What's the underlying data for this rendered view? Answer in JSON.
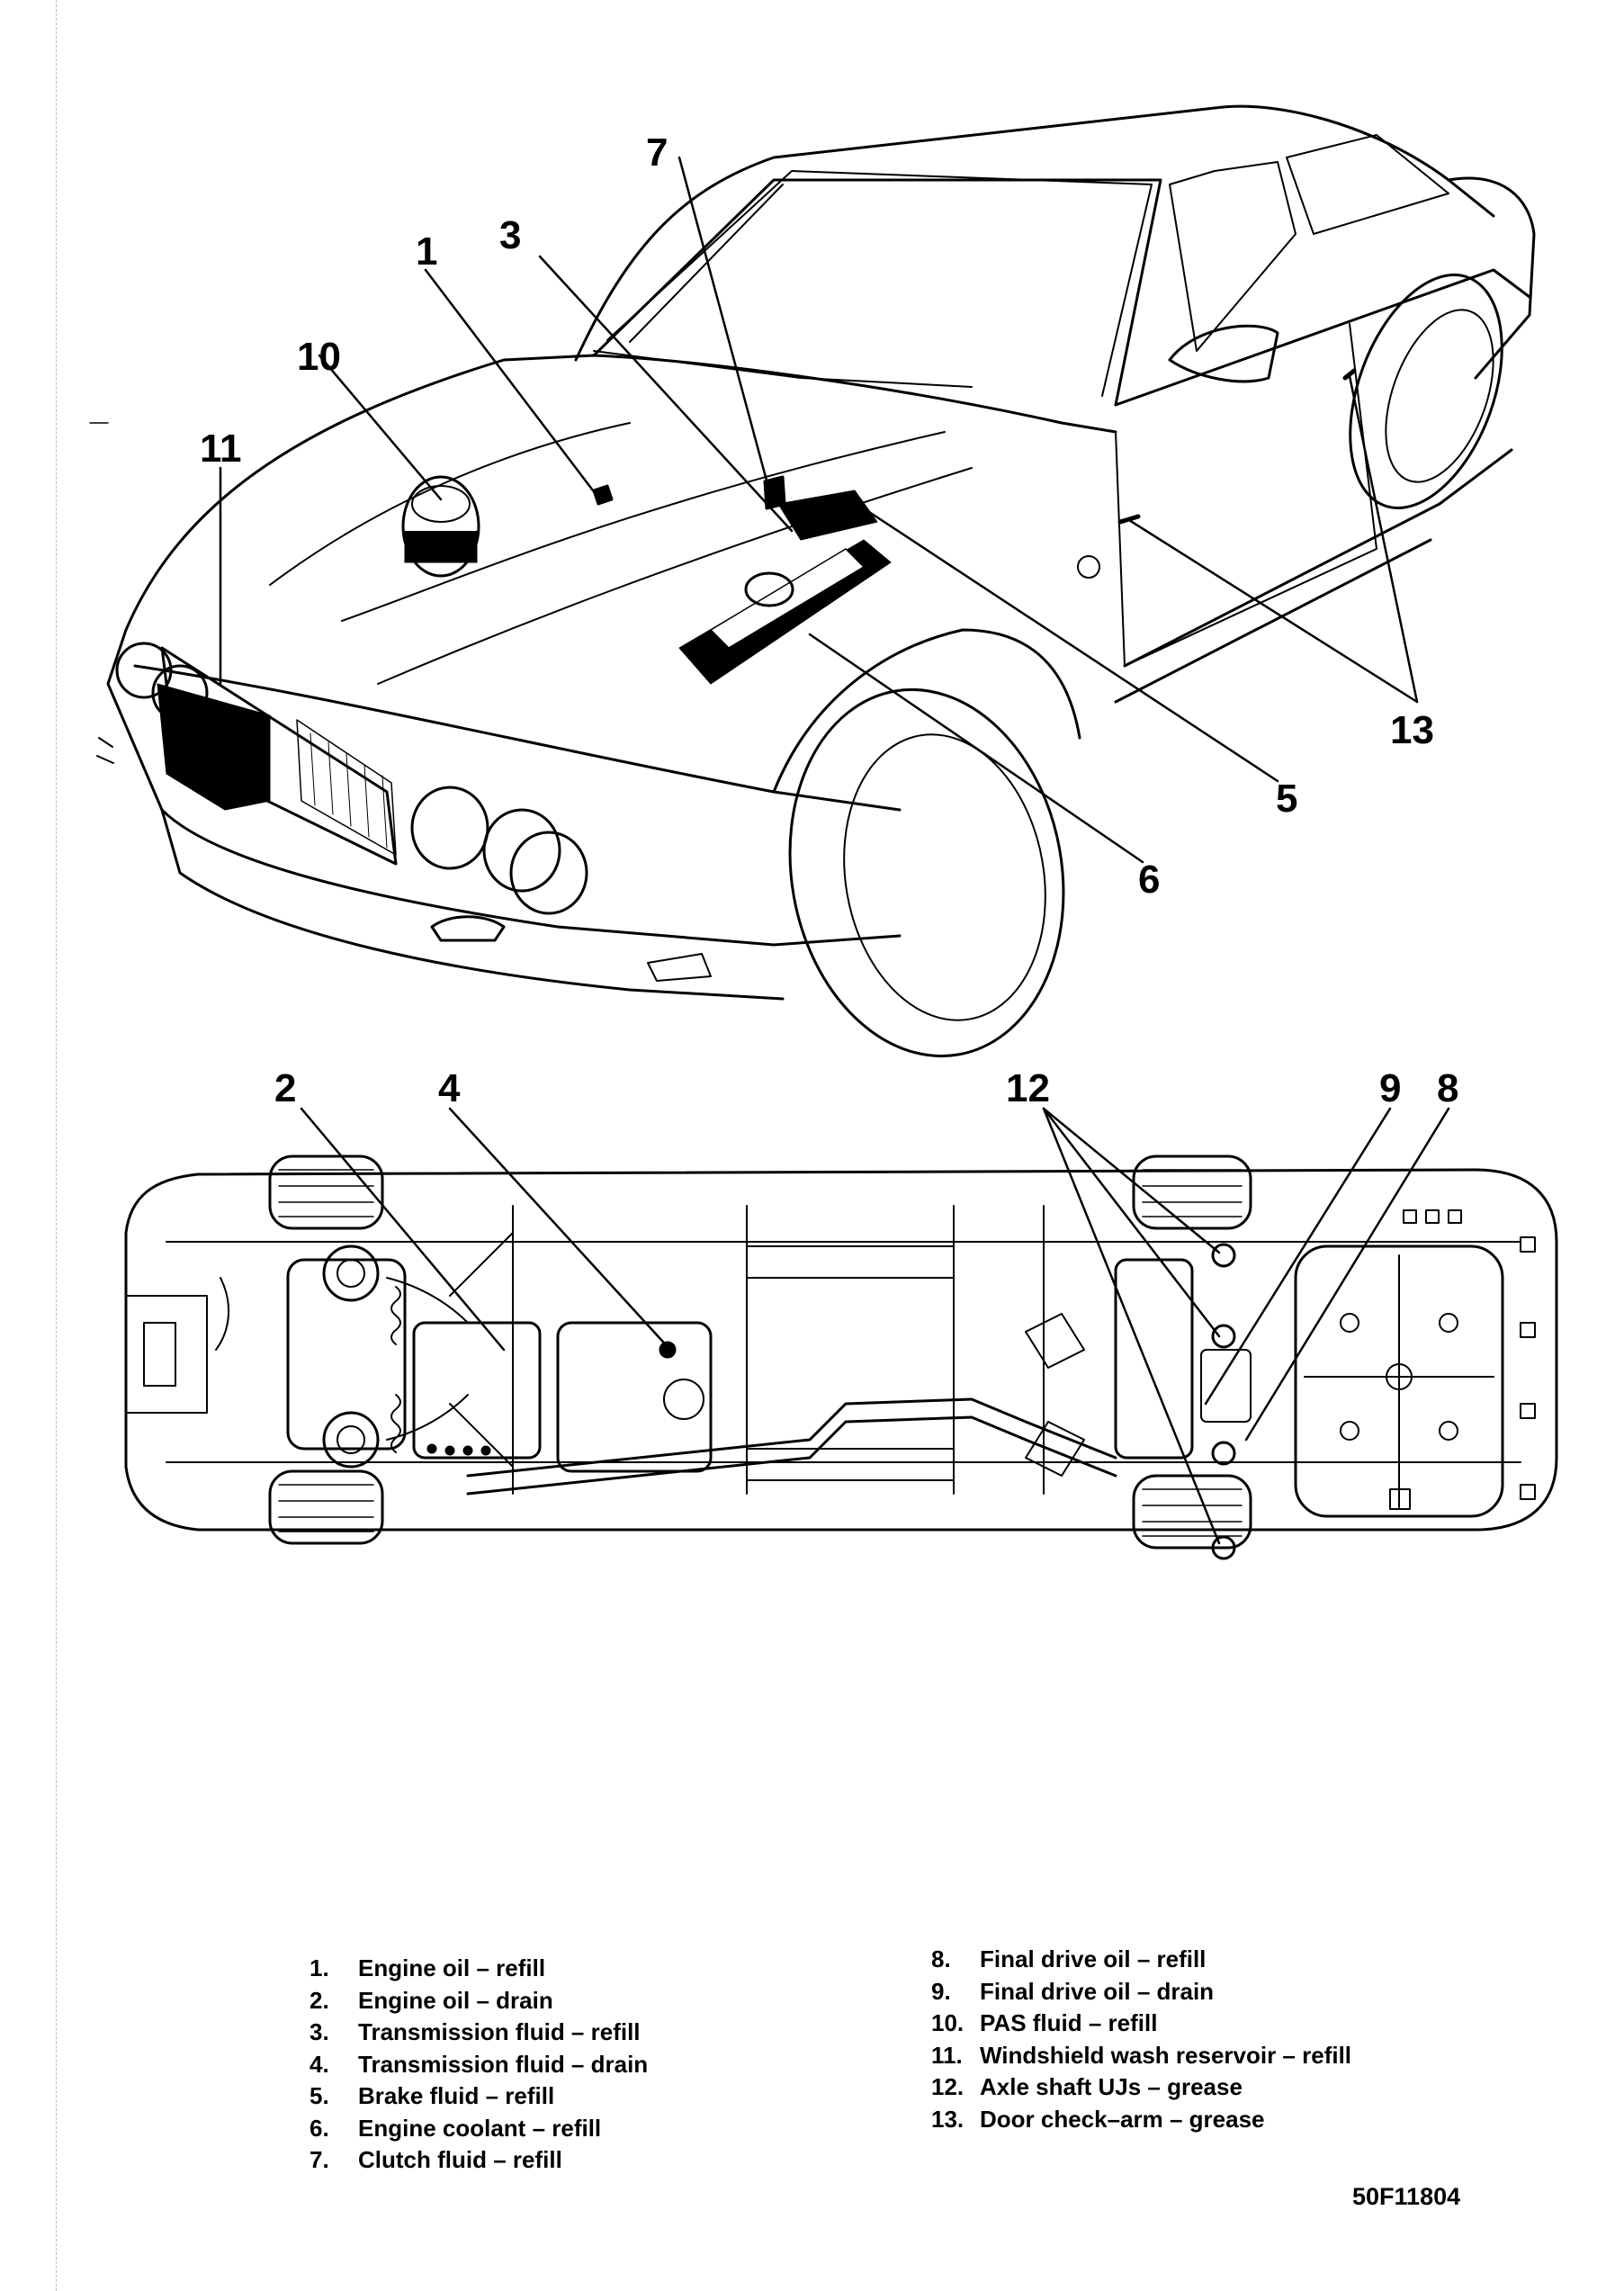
{
  "callouts": {
    "c1": "1",
    "c2": "2",
    "c3": "3",
    "c4": "4",
    "c5": "5",
    "c6": "6",
    "c7": "7",
    "c8": "8",
    "c9": "9",
    "c10": "10",
    "c11": "11",
    "c12": "12",
    "c13": "13"
  },
  "legend_left": [
    {
      "num": "1.",
      "text": "Engine oil – refill"
    },
    {
      "num": "2.",
      "text": "Engine oil – drain"
    },
    {
      "num": "3.",
      "text": "Transmission fluid – refill"
    },
    {
      "num": "4.",
      "text": "Transmission fluid – drain"
    },
    {
      "num": "5.",
      "text": "Brake fluid – refill"
    },
    {
      "num": "6.",
      "text": "Engine coolant – refill"
    },
    {
      "num": "7.",
      "text": "Clutch fluid – refill"
    }
  ],
  "legend_right": [
    {
      "num": "8.",
      "text": "Final drive oil – refill"
    },
    {
      "num": "9.",
      "text": "Final drive oil – drain"
    },
    {
      "num": "10.",
      "text": "PAS fluid – refill"
    },
    {
      "num": "11.",
      "text": "Windshield wash reservoir – refill"
    },
    {
      "num": "12.",
      "text": "Axle shaft UJs – grease"
    },
    {
      "num": "13.",
      "text": "Door check–arm – grease"
    }
  ],
  "figure_code": "50F11804"
}
